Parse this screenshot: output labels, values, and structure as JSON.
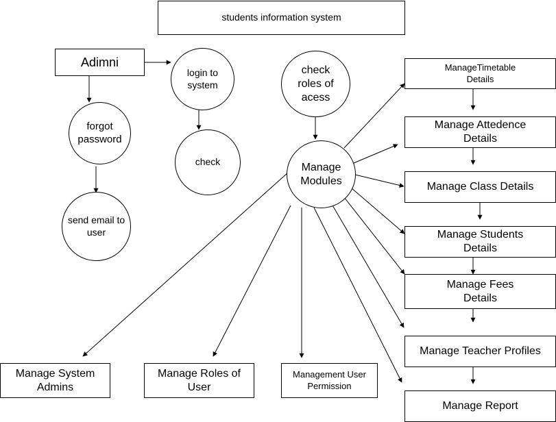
{
  "diagram": {
    "title": "students information system",
    "nodes": {
      "admin": "Adimni",
      "login": "login to\nsystem",
      "check_roles": "check\nroles of\nacess",
      "forgot": "forgot\npassword",
      "check": "check",
      "send_email": "send email to\nuser",
      "manage_modules": "Manage\nModules",
      "timetable": "ManageTimetable\nDetails",
      "attendance": "Manage Attedence\nDetails",
      "class": "Manage Class Details",
      "students": "Manage Students\nDetails",
      "fees": "Manage Fees\nDetails",
      "teacher": "Manage Teacher Profiles",
      "report": "Manage Report",
      "system_admins": "Manage System\nAdmins",
      "roles_user": "Manage Roles of\nUser",
      "user_permission": "Management User\nPermission"
    },
    "colors": {
      "stroke": "#000000",
      "fill": "#ffffff"
    }
  }
}
